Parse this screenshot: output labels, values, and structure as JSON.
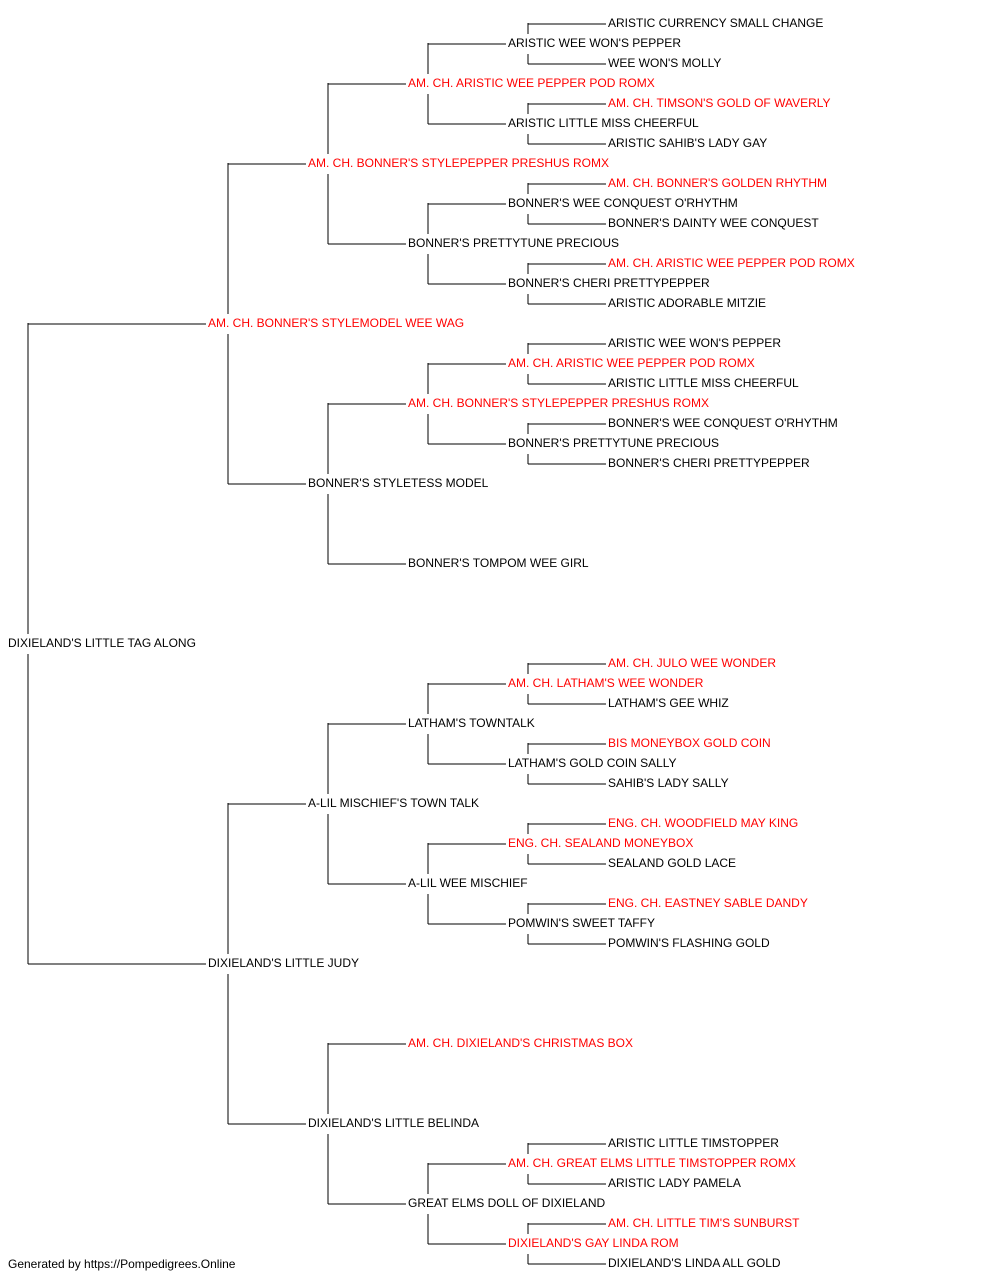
{
  "colors": {
    "champion": "#ff0000",
    "normal": "#000000",
    "line": "#000000"
  },
  "tree": {
    "name": "DIXIELAND'S LITTLE TAG ALONG",
    "champion": false,
    "sire": {
      "name": "AM. CH. BONNER'S STYLEMODEL WEE WAG",
      "champion": true,
      "sire": {
        "name": "AM. CH. BONNER'S STYLEPEPPER PRESHUS ROMX",
        "champion": true,
        "sire": {
          "name": "AM. CH. ARISTIC WEE PEPPER POD ROMX",
          "champion": true,
          "sire": {
            "name": "ARISTIC WEE WON'S PEPPER",
            "champion": false,
            "sire": {
              "name": "ARISTIC CURRENCY SMALL CHANGE",
              "champion": false
            },
            "dam": {
              "name": "WEE WON'S MOLLY",
              "champion": false
            }
          },
          "dam": {
            "name": "ARISTIC LITTLE MISS CHEERFUL",
            "champion": false,
            "sire": {
              "name": "AM. CH. TIMSON'S GOLD OF WAVERLY",
              "champion": true
            },
            "dam": {
              "name": "ARISTIC SAHIB'S LADY GAY",
              "champion": false
            }
          }
        },
        "dam": {
          "name": "BONNER'S PRETTYTUNE PRECIOUS",
          "champion": false,
          "sire": {
            "name": "BONNER'S WEE CONQUEST O'RHYTHM",
            "champion": false,
            "sire": {
              "name": "AM. CH. BONNER'S GOLDEN RHYTHM",
              "champion": true
            },
            "dam": {
              "name": "BONNER'S DAINTY WEE CONQUEST",
              "champion": false
            }
          },
          "dam": {
            "name": "BONNER'S CHERI PRETTYPEPPER",
            "champion": false,
            "sire": {
              "name": "AM. CH. ARISTIC WEE PEPPER POD ROMX",
              "champion": true
            },
            "dam": {
              "name": "ARISTIC ADORABLE MITZIE",
              "champion": false
            }
          }
        }
      },
      "dam": {
        "name": "BONNER'S STYLETESS MODEL",
        "champion": false,
        "sire": {
          "name": "AM. CH. BONNER'S STYLEPEPPER PRESHUS ROMX",
          "champion": true,
          "sire": {
            "name": "AM. CH. ARISTIC WEE PEPPER POD ROMX",
            "champion": true,
            "sire": {
              "name": "ARISTIC WEE WON'S PEPPER",
              "champion": false
            },
            "dam": {
              "name": "ARISTIC LITTLE MISS CHEERFUL",
              "champion": false
            }
          },
          "dam": {
            "name": "BONNER'S PRETTYTUNE PRECIOUS",
            "champion": false,
            "sire": {
              "name": "BONNER'S WEE CONQUEST O'RHYTHM",
              "champion": false
            },
            "dam": {
              "name": "BONNER'S CHERI PRETTYPEPPER",
              "champion": false
            }
          }
        },
        "dam": {
          "name": "BONNER'S TOMPOM WEE GIRL",
          "champion": false
        }
      }
    },
    "dam": {
      "name": "DIXIELAND'S LITTLE JUDY",
      "champion": false,
      "sire": {
        "name": "A-LIL MISCHIEF'S TOWN TALK",
        "champion": false,
        "sire": {
          "name": "LATHAM'S TOWNTALK",
          "champion": false,
          "sire": {
            "name": "AM. CH. LATHAM'S WEE WONDER",
            "champion": true,
            "sire": {
              "name": "AM. CH. JULO WEE WONDER",
              "champion": true
            },
            "dam": {
              "name": "LATHAM'S GEE WHIZ",
              "champion": false
            }
          },
          "dam": {
            "name": "LATHAM'S GOLD COIN SALLY",
            "champion": false,
            "sire": {
              "name": "BIS MONEYBOX GOLD COIN",
              "champion": true
            },
            "dam": {
              "name": "SAHIB'S LADY SALLY",
              "champion": false
            }
          }
        },
        "dam": {
          "name": "A-LIL WEE MISCHIEF",
          "champion": false,
          "sire": {
            "name": "ENG. CH. SEALAND MONEYBOX",
            "champion": true,
            "sire": {
              "name": "ENG. CH. WOODFIELD MAY KING",
              "champion": true
            },
            "dam": {
              "name": "SEALAND GOLD LACE",
              "champion": false
            }
          },
          "dam": {
            "name": "POMWIN'S SWEET TAFFY",
            "champion": false,
            "sire": {
              "name": "ENG. CH. EASTNEY SABLE DANDY",
              "champion": true
            },
            "dam": {
              "name": "POMWIN'S FLASHING GOLD",
              "champion": false
            }
          }
        }
      },
      "dam": {
        "name": "DIXIELAND'S LITTLE BELINDA",
        "champion": false,
        "sire": {
          "name": "AM. CH. DIXIELAND'S CHRISTMAS BOX",
          "champion": true
        },
        "dam": {
          "name": "GREAT ELMS DOLL OF DIXIELAND",
          "champion": false,
          "sire": {
            "name": "AM. CH. GREAT ELMS LITTLE TIMSTOPPER ROMX",
            "champion": true,
            "sire": {
              "name": "ARISTIC LITTLE TIMSTOPPER",
              "champion": false
            },
            "dam": {
              "name": "ARISTIC LADY PAMELA",
              "champion": false
            }
          },
          "dam": {
            "name": "DIXIELAND'S GAY LINDA ROM",
            "champion": true,
            "sire": {
              "name": "AM. CH. LITTLE TIM'S SUNBURST",
              "champion": true
            },
            "dam": {
              "name": "DIXIELAND'S LINDA ALL GOLD",
              "champion": false
            }
          }
        }
      }
    }
  },
  "footer": "Generated by https://Pompedigrees.Online"
}
